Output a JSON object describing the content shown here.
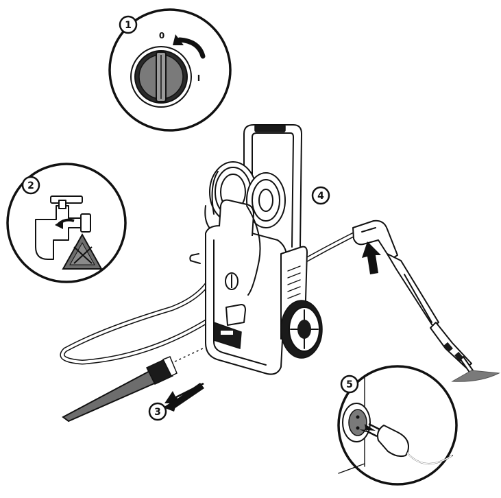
{
  "steps": [
    {
      "number": "1"
    },
    {
      "number": "2"
    },
    {
      "number": "3"
    },
    {
      "number": "4"
    },
    {
      "number": "5"
    }
  ],
  "switch": {
    "off_label": "0",
    "on_label": "I"
  },
  "colors": {
    "ink": "#111111",
    "grey": "#6d6d6d",
    "paper": "#ffffff"
  }
}
